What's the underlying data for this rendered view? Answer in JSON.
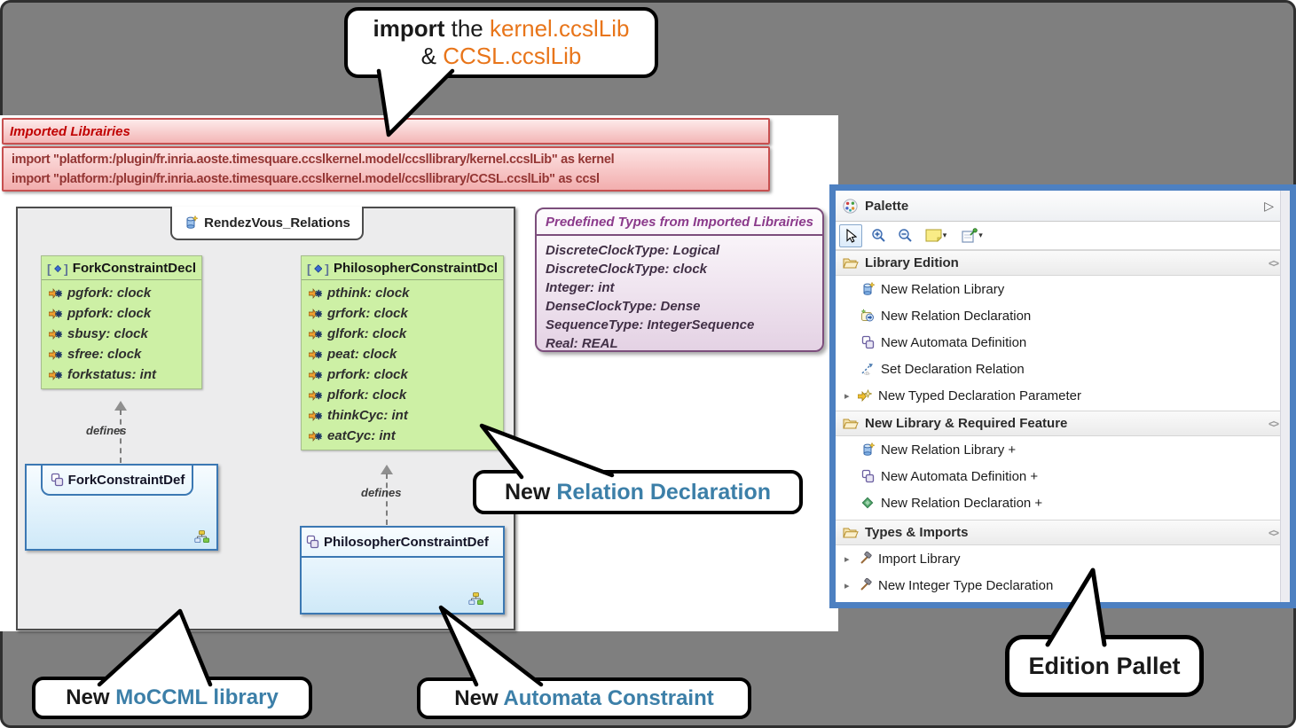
{
  "callouts": {
    "import_note": {
      "l1_bold": "import",
      "l1_mid": " the ",
      "l1_accent": "kernel.ccslLib",
      "l2_plain": "& ",
      "l2_accent": "CCSL.ccslLib"
    },
    "relation_declaration": {
      "prefix": "New ",
      "accent": "Relation Declaration"
    },
    "moccml_library": {
      "prefix": "New ",
      "accent": "MoCCML library"
    },
    "automata_constraint": {
      "prefix": "New ",
      "accent": "Automata Constraint"
    },
    "edition_pallet": {
      "label": "Edition Pallet"
    }
  },
  "imported_libraries": {
    "title": "Imported Librairies",
    "lines": [
      "import \"platform:/plugin/fr.inria.aoste.timesquare.ccslkernel.model/ccsllibrary/kernel.ccslLib\" as kernel",
      "import \"platform:/plugin/fr.inria.aoste.timesquare.ccslkernel.model/ccsllibrary/CCSL.ccslLib\" as ccsl"
    ]
  },
  "diagram": {
    "tab_label": "RendezVous_Relations",
    "edge_label": "defines",
    "classes": [
      {
        "name": "ForkConstraintDecl",
        "attributes": [
          "pgfork: clock",
          "ppfork: clock",
          "sbusy: clock",
          "sfree: clock",
          "forkstatus: int"
        ]
      },
      {
        "name": "PhilosopherConstraintDcl",
        "attributes": [
          "pthink: clock",
          "grfork: clock",
          "glfork: clock",
          "peat: clock",
          "prfork: clock",
          "plfork: clock",
          "thinkCyc: int",
          "eatCyc: int"
        ]
      }
    ],
    "definitions": [
      {
        "name": "ForkConstraintDef"
      },
      {
        "name": "PhilosopherConstraintDef"
      }
    ]
  },
  "predefined_types": {
    "title": "Predefined Types from Imported Librairies",
    "entries": [
      "DiscreteClockType: Logical",
      "DiscreteClockType: clock",
      "Integer: int",
      "DenseClockType: Dense",
      "SequenceType: IntegerSequence",
      "Real: REAL"
    ]
  },
  "palette": {
    "title": "Palette",
    "sections": [
      {
        "label": "Library Edition",
        "items": [
          {
            "label": "New Relation Library",
            "icon": "relation-library-icon",
            "expandable": false
          },
          {
            "label": "New Relation Declaration",
            "icon": "relation-declaration-icon",
            "expandable": false
          },
          {
            "label": "New Automata Definition",
            "icon": "automata-definition-icon",
            "expandable": false
          },
          {
            "label": "Set Declaration Relation",
            "icon": "set-declaration-relation-icon",
            "expandable": false
          },
          {
            "label": "New Typed Declaration Parameter",
            "icon": "typed-declaration-parameter-icon",
            "expandable": true
          }
        ]
      },
      {
        "label": "New Library & Required Feature",
        "items": [
          {
            "label": "New Relation Library +",
            "icon": "relation-library-icon",
            "expandable": false
          },
          {
            "label": "New Automata Definition +",
            "icon": "automata-definition-icon",
            "expandable": false
          },
          {
            "label": "New Relation Declaration +",
            "icon": "green-diamond-icon",
            "expandable": false
          }
        ]
      },
      {
        "label": "Types & Imports",
        "items": [
          {
            "label": "Import Library",
            "icon": "hammer-icon",
            "expandable": true
          },
          {
            "label": "New Integer Type Declaration",
            "icon": "hammer-icon",
            "expandable": true
          }
        ]
      }
    ]
  },
  "icons": {
    "chevron_right": "▷",
    "expander": "▸",
    "pin": "<>",
    "dropdown_caret": "▾",
    "class_bracket_open": "[",
    "class_bracket_close": "]"
  },
  "colors": {
    "background_gray": "#7f7f7f",
    "accent_orange": "#e8751a",
    "callout_blue": "#3c7fa8",
    "palette_border_blue": "#4d80c1",
    "imported_red": "#c00000",
    "class_green_bg": "#cdf0a5",
    "definition_blue_border": "#3b78b3",
    "types_purple": "#7c4e7c"
  }
}
